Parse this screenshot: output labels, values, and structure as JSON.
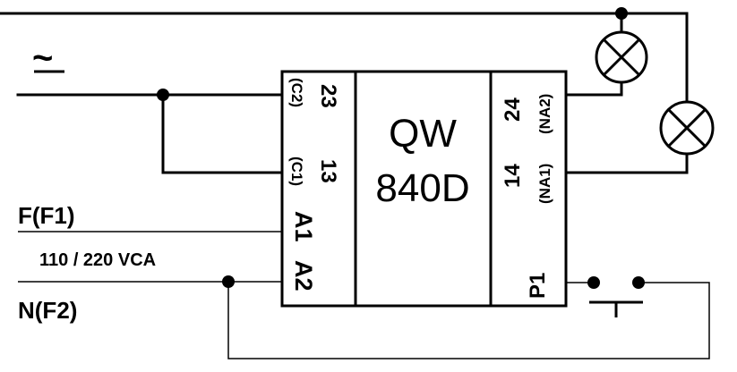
{
  "device": {
    "name_line1": "QW",
    "name_line2": "840D"
  },
  "supply": {
    "ac_symbol": "~",
    "phase_label": "F(F1)",
    "voltage_label": "110 / 220 VCA",
    "neutral_label": "N(F2)"
  },
  "terminals": {
    "t23": "23",
    "c2": "(C2)",
    "t13": "13",
    "c1": "(C1)",
    "a1": "A1",
    "a2": "A2",
    "t24": "24",
    "na2": "(NA2)",
    "t14": "14",
    "na1": "(NA1)",
    "p1": "P1"
  },
  "colors": {
    "stroke": "#000000",
    "background": "#ffffff"
  },
  "icons": [
    "lamp-icon",
    "lamp-icon",
    "push-button-icon",
    "junction-dot-icon"
  ]
}
